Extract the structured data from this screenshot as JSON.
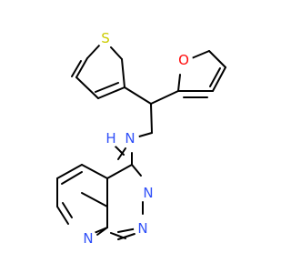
{
  "molecule": {
    "atoms": [
      {
        "id": "s1",
        "label": "S",
        "color": "#CCCC00"
      },
      {
        "id": "o1",
        "label": "O",
        "color": "#FF0D0D"
      },
      {
        "id": "nh",
        "label": "H",
        "color": "#3050F8"
      },
      {
        "id": "nh_n",
        "label": "N",
        "color": "#3050F8"
      },
      {
        "id": "n3",
        "label": "N",
        "color": "#3050F8"
      },
      {
        "id": "n1",
        "label": "N",
        "color": "#3050F8"
      },
      {
        "id": "n8",
        "label": "N",
        "color": "#3050F8"
      }
    ]
  }
}
